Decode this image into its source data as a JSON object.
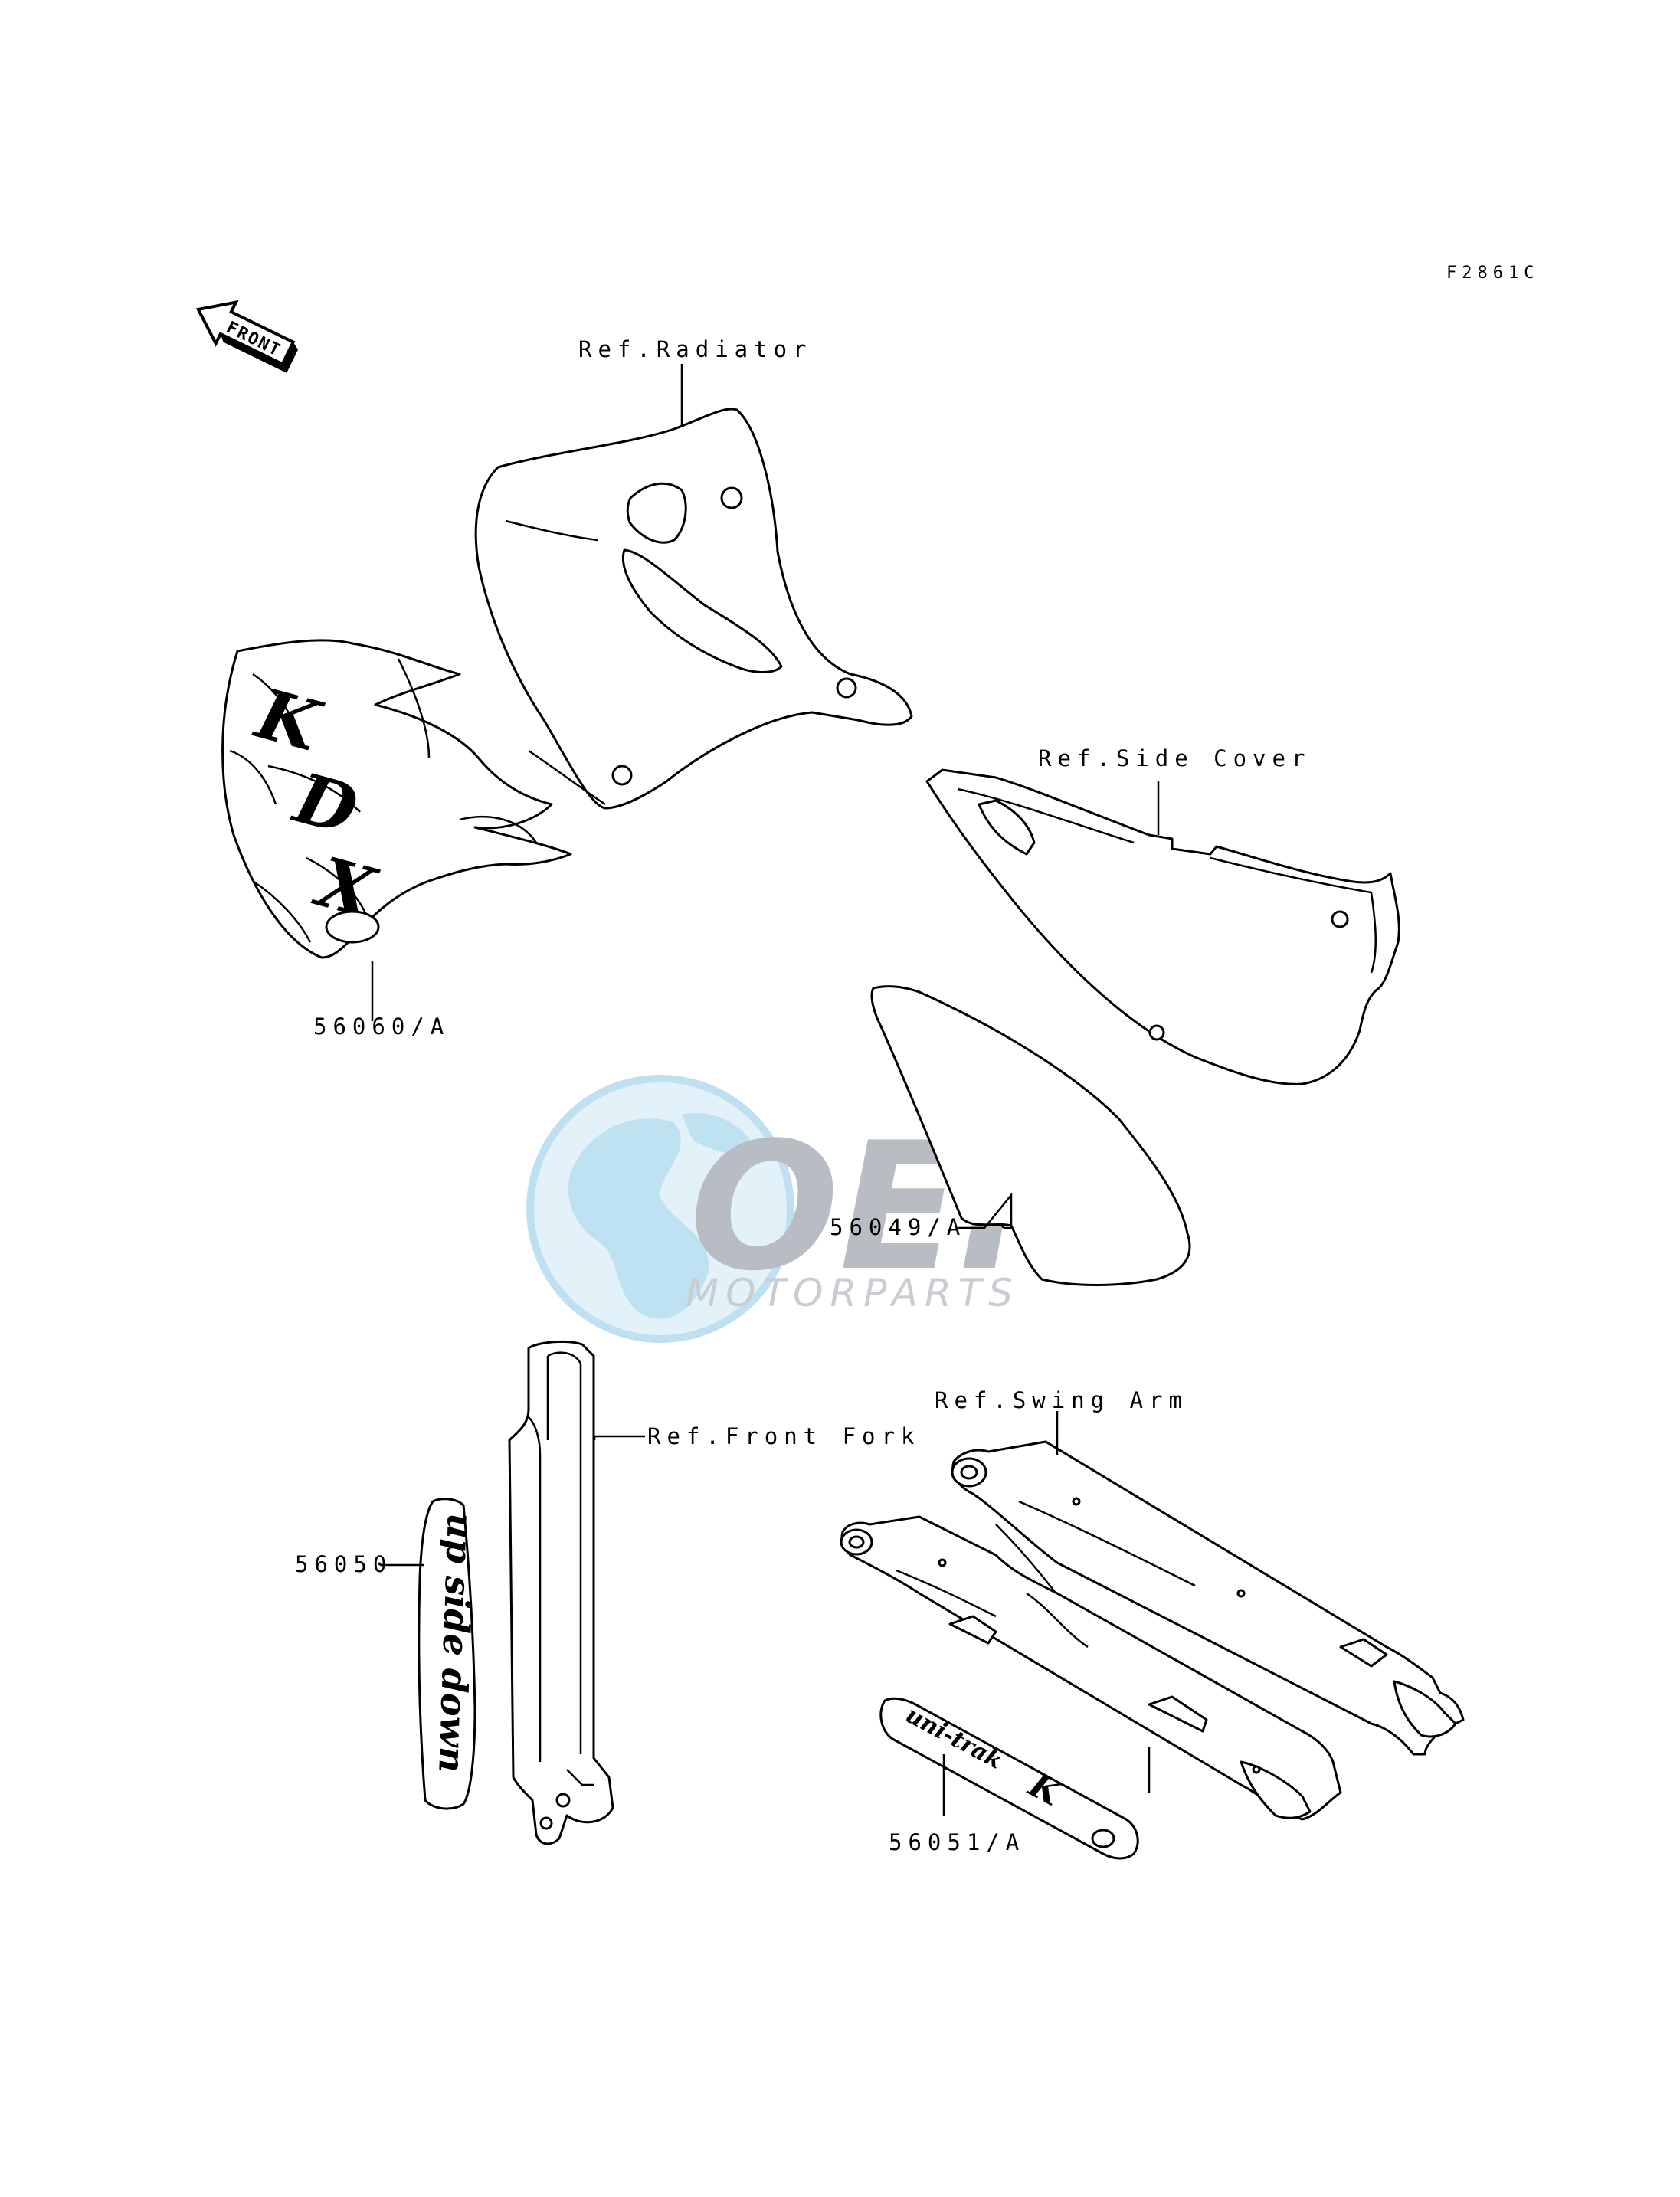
{
  "diagram": {
    "figure_code": "F2861C",
    "front_label": "FRONT",
    "callouts": {
      "ref_radiator": "Ref.Radiator",
      "ref_side_cover": "Ref.Side Cover",
      "ref_front_fork": "Ref.Front Fork",
      "ref_swing_arm": "Ref.Swing Arm",
      "part_56060": "56060/A",
      "part_56049": "56049/A",
      "part_56050": "56050",
      "part_56051": "56051/A"
    },
    "decal_text": {
      "fork_decal": "up side down",
      "swingarm_decal": "uni-trak"
    }
  },
  "watermark": {
    "brand": "OEM",
    "tagline": "MOTORPARTS",
    "colors": {
      "globe": "#d7ecf7",
      "globe_land": "#b7def2",
      "text": "#b8bdc3"
    }
  }
}
